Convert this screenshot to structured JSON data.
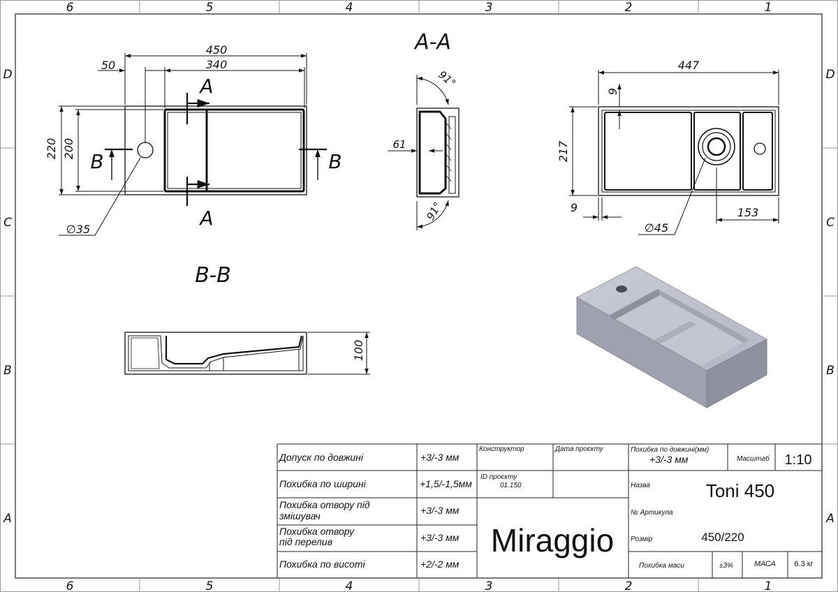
{
  "frame": {
    "columns_top": [
      "6",
      "5",
      "4",
      "3",
      "2",
      "1"
    ],
    "columns_bottom": [
      "6",
      "5",
      "4",
      "3",
      "2",
      "1"
    ],
    "rows_left": [
      "D",
      "C",
      "B",
      "A"
    ],
    "rows_right": [
      "D",
      "C",
      "B",
      "A"
    ]
  },
  "views": {
    "section_aa_title": "A-A",
    "section_bb_title": "B-B",
    "cut_label_a": "A",
    "cut_label_b": "B"
  },
  "dims": {
    "top_width": "450",
    "top_offset": "50",
    "top_inner": "340",
    "top_height": "220",
    "top_inner_height": "200",
    "hole_diameter": "∅35",
    "angle_top": "91°",
    "angle_bottom": "91°",
    "section_depth": "61",
    "rear_width": "447",
    "rear_rim": "9",
    "rear_height": "217",
    "rear_edge": "9",
    "rear_offset": "153",
    "drain_diameter": "∅45",
    "bb_height": "100"
  },
  "title_block": {
    "rows": [
      {
        "label": "Допуск по довжині",
        "value": "+3/-3 мм"
      },
      {
        "label": "Похибка по ширині",
        "value": "+1,5/-1,5мм"
      },
      {
        "label": "Похибка отвору під змішувач",
        "value": "+3/-3 мм"
      },
      {
        "label": "Похибка отвору під перелив",
        "value": "+3/-3 мм"
      },
      {
        "label": "Похибка по висоті",
        "value": "+2/-2 мм"
      }
    ],
    "designer_label": "Конструктор",
    "date_label": "Дата проєкту",
    "project_id_label": "ID проєкту",
    "project_id": "01.150",
    "brand": "Miraggio",
    "length_tol_label": "Похибка по довжині(мм)",
    "length_tol_value": "+3/-3 мм",
    "scale_label": "Масштаб",
    "scale_value": "1:10",
    "name_label": "Назва",
    "name_value": "Toni 450",
    "article_label": "№ Артикула",
    "size_label": "Розмір",
    "size_value": "450/220",
    "mass_tol_label": "Похибка маси",
    "mass_tol_value": "±3%",
    "mass_label": "МАСА",
    "mass_value": "6.3 кг"
  }
}
